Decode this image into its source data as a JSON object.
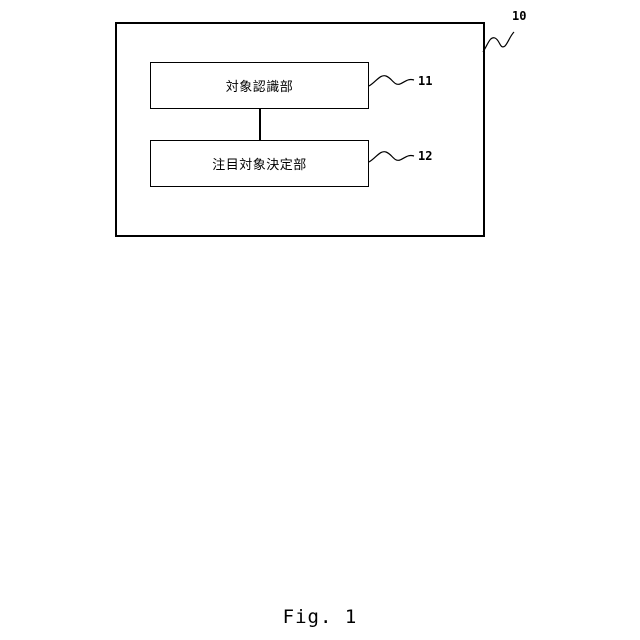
{
  "diagram": {
    "outer_block": {
      "reference": "10"
    },
    "units": [
      {
        "label": "対象認識部",
        "reference": "11"
      },
      {
        "label": "注目対象決定部",
        "reference": "12"
      }
    ]
  },
  "caption": "Fig. 1"
}
